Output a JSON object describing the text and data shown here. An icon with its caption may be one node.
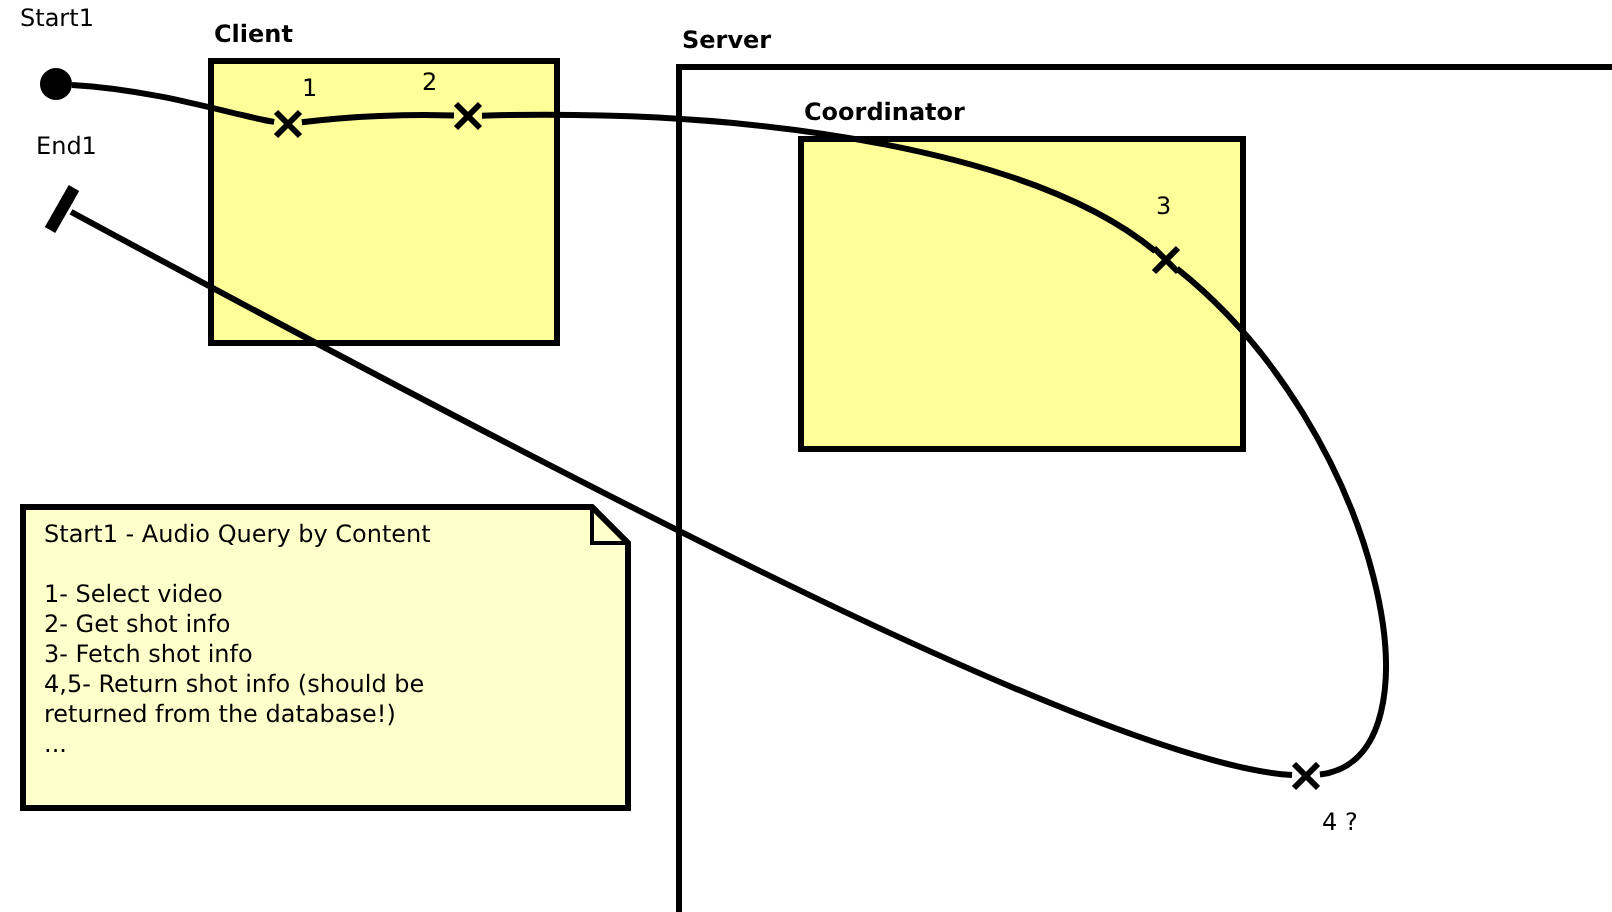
{
  "diagram": {
    "nodes": [
      {
        "text": [
          "Start1"
        ]
      },
      {
        "text": [
          "Client"
        ]
      },
      {
        "text": [
          "1"
        ],
        "in": 1
      },
      {
        "text": [
          "2"
        ],
        "in": 1
      },
      {
        "text": [
          "Server"
        ]
      },
      {
        "text": [
          "Coordinator"
        ],
        "in": 4
      },
      {
        "text": [
          "3"
        ],
        "in": 5
      },
      {
        "text": [
          "4 ?"
        ],
        "in": 4
      },
      {
        "text": [
          "End1"
        ]
      },
      {
        "text": [
          "Start1 - Audio Query by Content",
          "1- Select video",
          "2- Get shot info",
          "3- Fetch shot info",
          "4,5- Return shot info (should be returned from the database!)",
          "..."
        ]
      }
    ],
    "edges": [
      {
        "from": 0,
        "to": 2,
        "arrow": "none"
      },
      {
        "from": 2,
        "to": 3,
        "arrow": "none"
      },
      {
        "from": 3,
        "to": 6,
        "arrow": "none"
      },
      {
        "from": 6,
        "to": 7,
        "arrow": "none"
      },
      {
        "from": 7,
        "to": 8,
        "arrow": "none"
      }
    ]
  }
}
